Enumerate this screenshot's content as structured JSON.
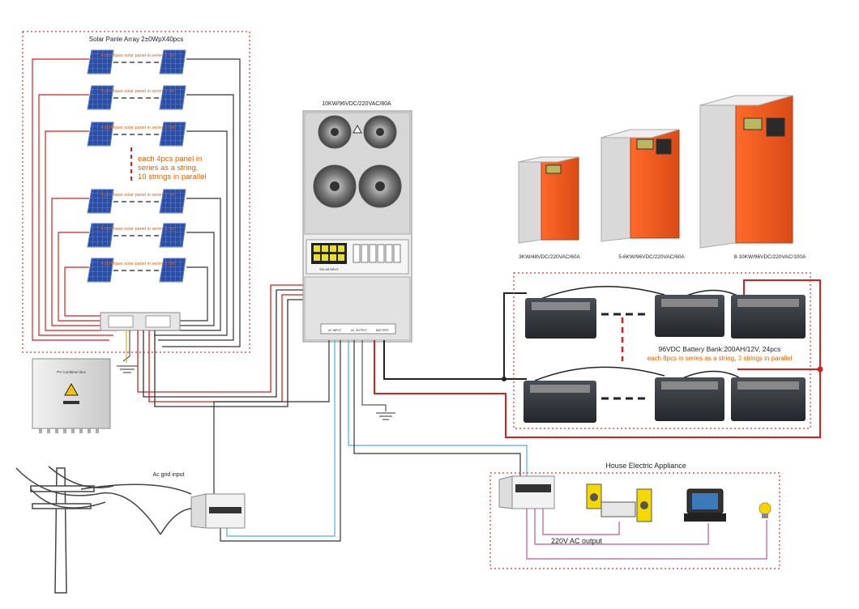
{
  "solar": {
    "title": "Solar Panle Array 2±0WpX40pcs",
    "row_labels": [
      "4 purchase solar panel in series 1 set",
      "4 purchase solar panel in series 1 set",
      "4 purchase solar panel in series 1 set",
      "4 purchase solar panel in series 1 set",
      "4 purchase solar panel in series 1 set",
      "4 purchase solar panel in series 1 set"
    ],
    "note": [
      "each 4pcs panel in",
      "series as a string,",
      "10 strings in parallel"
    ]
  },
  "combiner": {
    "label": "PV Combiner Box"
  },
  "inverter_main": {
    "title": "10KW/96VDC/220VAC/80A",
    "bottom_labels": [
      "AC INPUT",
      "AC OUTPUT",
      "BATTERY"
    ],
    "pv_label": "SOLAR INPUT"
  },
  "products": [
    {
      "label": "3KW/48VDC/220VAC/60A"
    },
    {
      "label": "5-6KW/96VDC/220VAC/60A"
    },
    {
      "label": "8-10KW/96VDC/220VAC/100A"
    }
  ],
  "battery": {
    "line1": "96VDC Battery Bank:200AH/12V, 24pcs",
    "line2_pre": "each 8pcs in series as a string,",
    "line2_num": "3",
    "line2_post": "strings in parallel"
  },
  "grid": {
    "label": "Ac grid input"
  },
  "house": {
    "title": "House Electric Appliance",
    "ac_output": "220V AC output"
  },
  "colors": {
    "red": "#d42020",
    "dark": "#3a3a3a",
    "cyan": "#4ab0d8",
    "magenta": "#c05890",
    "orange": "#e8582a",
    "note": "#e06000",
    "dotted": "#cc3333"
  }
}
